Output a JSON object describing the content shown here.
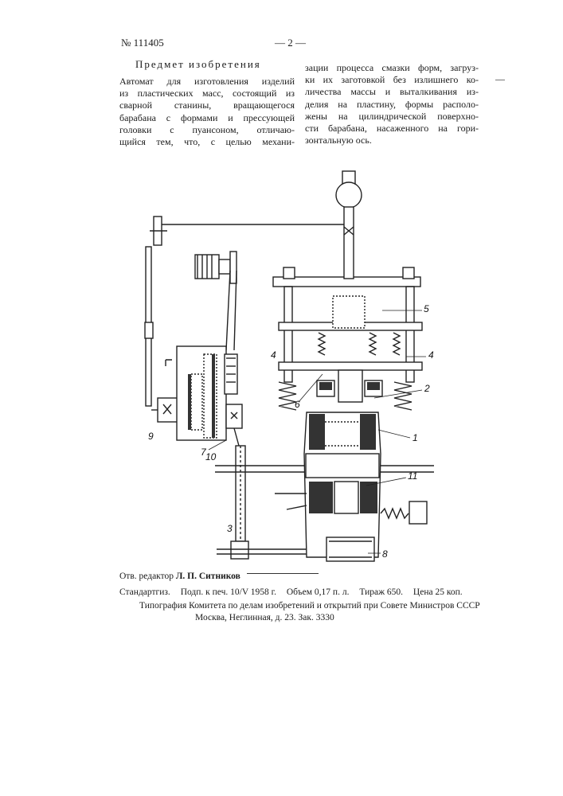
{
  "header": {
    "patent_number": "№ 111405",
    "page_number": "— 2 —"
  },
  "section_title": "Предмет изобретения",
  "left_column": [
    "Автомат для изготовления изделий",
    "из пластических масс, состоящий из",
    "сварной станины, вращающегося",
    "барабана с формами и прессующей",
    "головки с пуансоном, отличаю-",
    "щийся тем, что, с целью механи-"
  ],
  "right_column": [
    "зации процесса смазки форм, загруз-",
    "ки их заготовкой без излишнего ко-",
    "личества массы и выталкивания из-",
    "делия на пластину, формы располо-",
    "жены на цилиндрической поверхно-",
    "сти барабана, насаженного на гори-",
    "зонтальную ось."
  ],
  "figure_labels": {
    "l1": "1",
    "l2": "2",
    "l3": "3",
    "l4a": "4",
    "l4b": "4",
    "l5": "5",
    "l6": "6",
    "l7": "7",
    "l8": "8",
    "l9": "9",
    "l10": "10",
    "l11": "11"
  },
  "footer": {
    "editor_label": "Отв. редактор",
    "editor_name": "Л. П. Ситников",
    "imprint_publisher": "Стандартгиз.",
    "imprint_signed": "Подп. к печ. 10/V 1958 г.",
    "imprint_volume": "Объем 0,17 п. л.",
    "imprint_run": "Тираж 650.",
    "imprint_price": "Цена 25 коп.",
    "printer_line1": "Типография Комитета по делам изобретений и открытий при Совете Министров СССР",
    "printer_line2": "Москва, Неглинная, д. 23. Зак. 3330"
  }
}
